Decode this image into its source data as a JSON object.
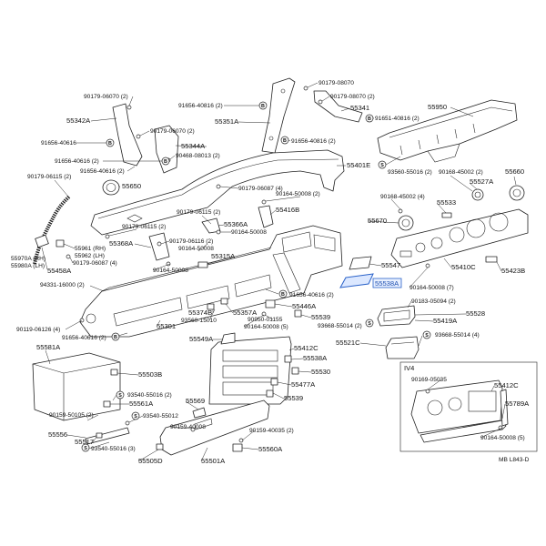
{
  "labels": [
    "90179-08070",
    "90179-08070 (2)",
    "90179-06070 (2)",
    "91656-40816 (2)",
    "55341",
    "55950",
    "91651-40816 (2)",
    "55342A",
    "55351A",
    "90179-06070 (2)",
    "91656-40616",
    "91656-40816 (2)",
    "55344A",
    "90468-08013 (2)",
    "91656-40616 (2)",
    "55401E",
    "91656-40616 (2)",
    "93560-55016 (2)",
    "90168-45002 (2)",
    "55660",
    "90179-06115 (2)",
    "55527A",
    "55650",
    "90179-06087 (4)",
    "90164-50008 (2)",
    "90168-45002 (4)",
    "55533",
    "90179-06115 (2)",
    "55416B",
    "55670",
    "90179-06115 (2)",
    "55366A",
    "90164-50008",
    "90179-06116 (2)",
    "55368A",
    "90164-50008",
    "55961 (RH)",
    "55962 (LH)",
    "55315A",
    "55970A (RH)",
    "55980A (LH)",
    "90179-06087 (4)",
    "55547",
    "55410C",
    "55423B",
    "90164-50008",
    "55458A",
    "94331-16000 (2)",
    "55538A",
    "90164-50008 (7)",
    "91656-40616 (2)",
    "90183-05094 (2)",
    "55446A",
    "55374B",
    "55357A",
    "55528",
    "55539",
    "93560-15010",
    "90950-01155",
    "55419A",
    "93668-55014 (2)",
    "90164-50008 (5)",
    "55301",
    "90119-06126 (4)",
    "93668-55014 (4)",
    "91656-40616 (2)",
    "55549A",
    "55521C",
    "55581A",
    "55412C",
    "55538A",
    "IV4",
    "55530",
    "55503B",
    "90169-05035",
    "55477A",
    "55412C",
    "93540-55016 (2)",
    "55539",
    "55569",
    "55561A",
    "55789A",
    "90159-50105 (2)",
    "93540-55012",
    "90159-40008",
    "90159-40035 (2)",
    "55556",
    "90164-50008 (5)",
    "55517",
    "93540-55016 (3)",
    "55560A",
    "MB L843-D",
    "55505D",
    "55501A"
  ],
  "symbols": {
    "bolt_mark": "B",
    "screw_mark": "S"
  },
  "colors": {
    "line": "#222222",
    "highlight": "#2a62c9",
    "highlight_fill": "#dce8ff",
    "background": "#ffffff"
  }
}
